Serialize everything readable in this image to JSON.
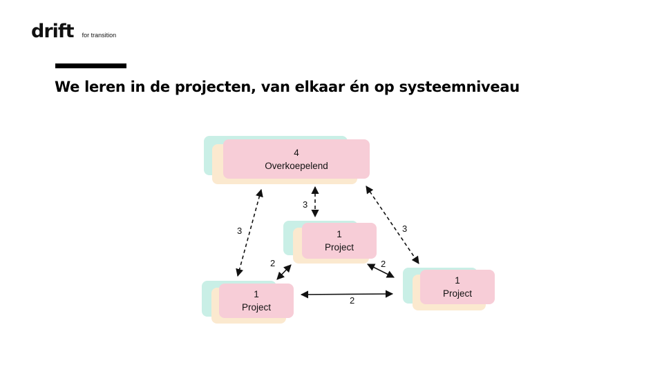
{
  "logo": {
    "word": "drift",
    "tagline": "for transition"
  },
  "slide": {
    "title": "We leren in de projecten, van elkaar én op systeemniveau"
  },
  "diagram": {
    "nodes": {
      "top": {
        "number": "4",
        "label": "Overkoepelend"
      },
      "middle": {
        "number": "1",
        "label": "Project"
      },
      "left": {
        "number": "1",
        "label": "Project"
      },
      "right": {
        "number": "1",
        "label": "Project"
      }
    },
    "edges": {
      "top_left": {
        "label": "3"
      },
      "top_middle": {
        "label": "3"
      },
      "top_right": {
        "label": "3"
      },
      "left_middle": {
        "label": "2"
      },
      "middle_right": {
        "label": "2"
      },
      "left_right": {
        "label": "2"
      }
    }
  },
  "colors": {
    "teal": "#c9efe6",
    "cream": "#fbe9cf",
    "pink": "#f7cdd7"
  }
}
